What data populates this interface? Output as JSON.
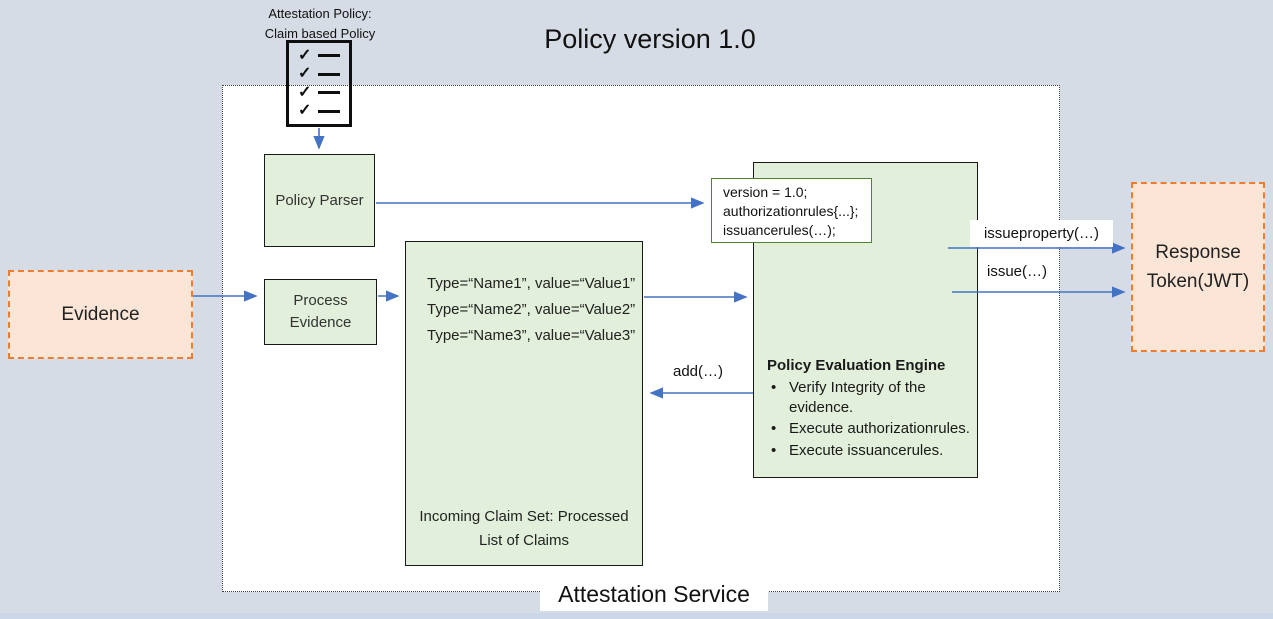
{
  "title": "Policy version 1.0",
  "service_label": "Attestation Service",
  "attestation_policy_caption": {
    "line1": "Attestation Policy:",
    "line2": "Claim based Policy"
  },
  "boxes": {
    "policy_parser": {
      "label": "Policy Parser"
    },
    "process_evidence": {
      "line1": "Process",
      "line2": "Evidence"
    },
    "evidence": {
      "label": "Evidence"
    },
    "response_token": {
      "line1": "Response",
      "line2": "Token(JWT)"
    },
    "policy_text": {
      "line1": "version = 1.0;",
      "line2": "authorizationrules{...};",
      "line3": "issuancerules(…);"
    },
    "claims": {
      "items": [
        "Type=“Name1”, value=“Value1”",
        "Type=“Name2”, value=“Value2”",
        "Type=“Name3”, value=“Value3”"
      ],
      "caption_line1": "Incoming Claim Set: Processed",
      "caption_line2": "List of Claims"
    },
    "evaluation_engine": {
      "title": "Policy Evaluation Engine",
      "bullet_glyph": "•",
      "bullets": [
        "Verify Integrity of the evidence.",
        "Execute authorizationrules.",
        "Execute issuancerules."
      ]
    }
  },
  "arrow_labels": {
    "issueproperty": "issueproperty(…)",
    "issue": "issue(…)",
    "add": "add(…)"
  },
  "icons": {
    "checklist": "checklist-icon",
    "check_glyph": "✓"
  },
  "colors": {
    "background": "#D6DCE5",
    "service_fill": "#FFFFFF",
    "green_fill": "#E2EFDA",
    "peach_fill": "#FBE5D6",
    "peach_border": "#ED7D31",
    "policy_text_border": "#538135",
    "arrow_blue": "#4472C4"
  }
}
